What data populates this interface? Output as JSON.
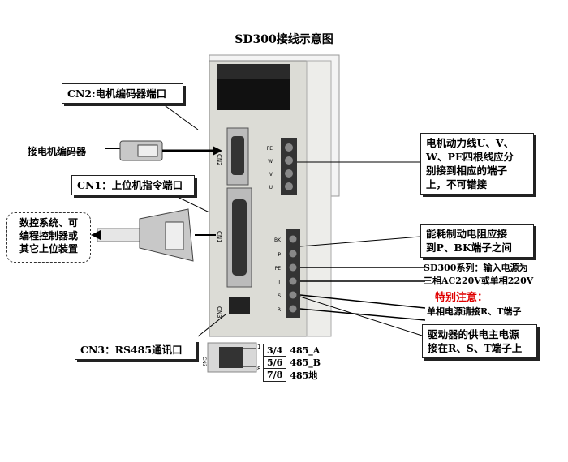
{
  "title": "SD300接线示意图",
  "labels": {
    "cn2_box": "CN2:电机编码器端口",
    "connect_encoder": "接电机编码器",
    "cn1_box": "CN1：上位机指令端口",
    "upper_devices": [
      "数控系统、可",
      "编程控制器或",
      "其它上位装置"
    ],
    "cn3_box": "CN3：RS485通讯口",
    "motor_power": [
      "电机动力线U、V、",
      "W、PE四根线应分",
      "别接到相应的端子",
      "上，不可错接"
    ],
    "brake_resistor": [
      "能耗制动电阻应接",
      "到P、BK端子之间"
    ],
    "power_series": "SD300系列：",
    "power_input_1": "输入电源为",
    "power_input_2": "三相AC220V或单相220V",
    "special_note": "特别注意：",
    "single_phase": "单相电源请接R、T端子",
    "main_power": [
      "驱动器的供电主电源",
      "接在R、S、T端子上"
    ]
  },
  "device": {
    "cn2": "CN2",
    "cn1": "CN1",
    "cn3": "CN3",
    "motor_terminals": [
      "PE",
      "W",
      "V",
      "U"
    ],
    "power_terminals": [
      "BK",
      "P",
      "PE",
      "T",
      "S",
      "R"
    ],
    "rj45_pins": [
      "1",
      "8"
    ]
  },
  "pin_table": [
    {
      "pins": "3/4",
      "signal": "485_A"
    },
    {
      "pins": "5/6",
      "signal": "485_B"
    },
    {
      "pins": "7/8",
      "signal": "485地"
    }
  ],
  "colors": {
    "special_note": "#e00000",
    "box_border": "#222222"
  }
}
